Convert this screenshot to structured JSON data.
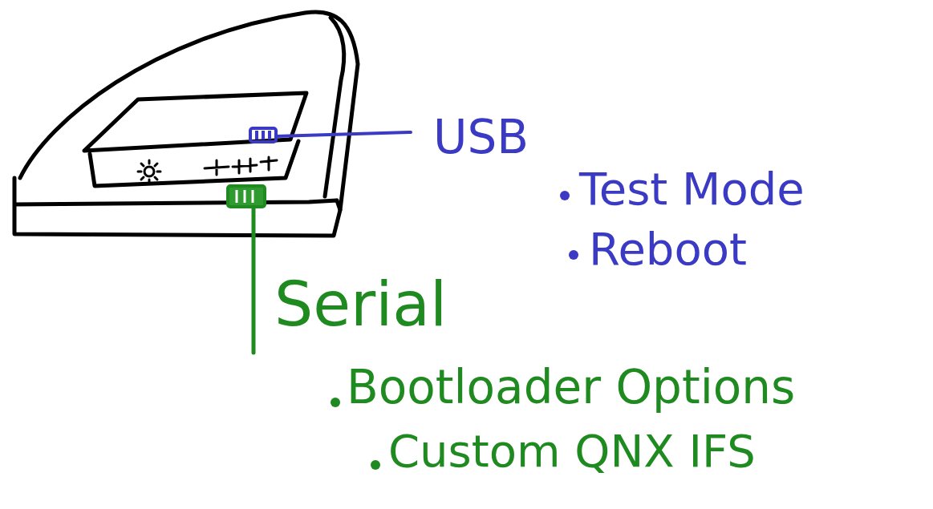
{
  "diagram": {
    "labels": [
      "USB",
      "Test Mode",
      "Reboot",
      "Serial",
      "Bootloader Options",
      "Custom QNX IFS"
    ]
  }
}
